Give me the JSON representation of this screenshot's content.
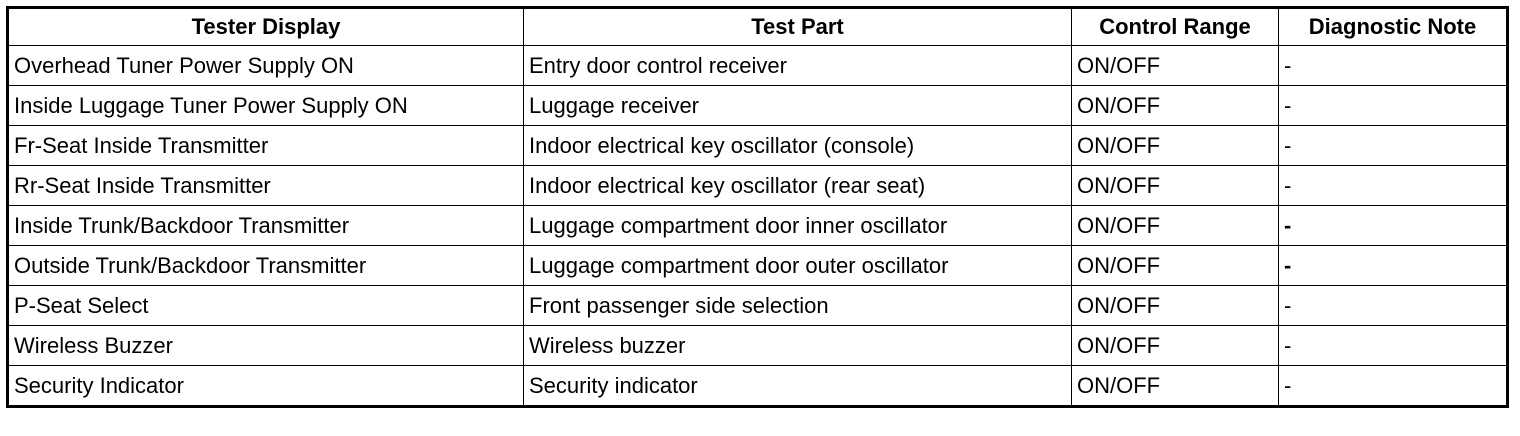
{
  "table": {
    "headers": [
      "Tester Display",
      "Test Part",
      "Control Range",
      "Diagnostic Note"
    ],
    "rows": [
      [
        "Overhead Tuner Power Supply ON",
        "Entry door control receiver",
        "ON/OFF",
        "-"
      ],
      [
        "Inside Luggage Tuner Power Supply ON",
        "Luggage receiver",
        "ON/OFF",
        "-"
      ],
      [
        "Fr-Seat Inside Transmitter",
        "Indoor electrical key oscillator (console)",
        "ON/OFF",
        "-"
      ],
      [
        "Rr-Seat Inside Transmitter",
        "Indoor electrical key oscillator (rear seat)",
        "ON/OFF",
        "-"
      ],
      [
        "Inside Trunk/Backdoor Transmitter",
        "Luggage compartment door inner oscillator",
        "ON/OFF",
        "-"
      ],
      [
        "Outside Trunk/Backdoor Transmitter",
        "Luggage compartment door outer oscillator",
        "ON/OFF",
        "-"
      ],
      [
        "P-Seat Select",
        "Front passenger side selection",
        "ON/OFF",
        "-"
      ],
      [
        "Wireless Buzzer",
        "Wireless buzzer",
        "ON/OFF",
        "-"
      ],
      [
        "Security Indicator",
        "Security indicator",
        "ON/OFF",
        "-"
      ]
    ]
  }
}
